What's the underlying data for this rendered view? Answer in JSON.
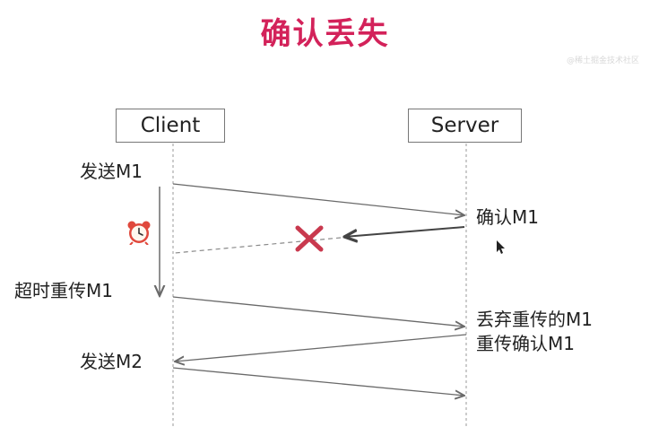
{
  "title": "确认丢失",
  "watermark": "@稀土掘金技术社区",
  "actors": {
    "client": "Client",
    "server": "Server"
  },
  "labels": {
    "send_m1": "发送M1",
    "ack_m1": "确认M1",
    "timeout_resend": "超时重传M1",
    "discard_dup": "丢弃重传的M1",
    "resend_ack": "重传确认M1",
    "send_m2": "发送M2"
  },
  "icons": {
    "alarm": "alarm-clock-icon",
    "lost": "red-cross-icon"
  },
  "colors": {
    "title": "#d3225a",
    "lost_mark": "#c9394e",
    "alarm": "#e0483c",
    "arrow": "#6a6a6a"
  }
}
